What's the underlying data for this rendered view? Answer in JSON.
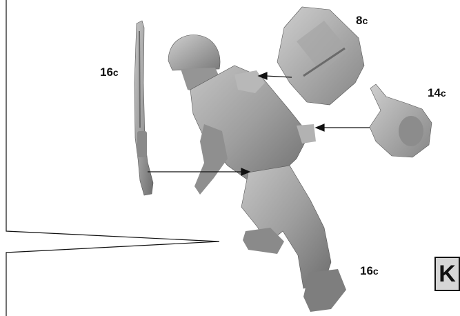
{
  "colors": {
    "plastic_gray": "#9a9a9a",
    "line": "#111111",
    "step_box_fill": "#d6d6d6"
  },
  "parts": [
    {
      "key": "backpack",
      "number": "8",
      "suffix": "c"
    },
    {
      "key": "rifle",
      "number": "16",
      "suffix": "c"
    },
    {
      "key": "canteen_pouch",
      "number": "14",
      "suffix": "c"
    },
    {
      "key": "soldier_figure",
      "number": "16",
      "suffix": "c"
    }
  ],
  "step": {
    "letter": "K"
  }
}
